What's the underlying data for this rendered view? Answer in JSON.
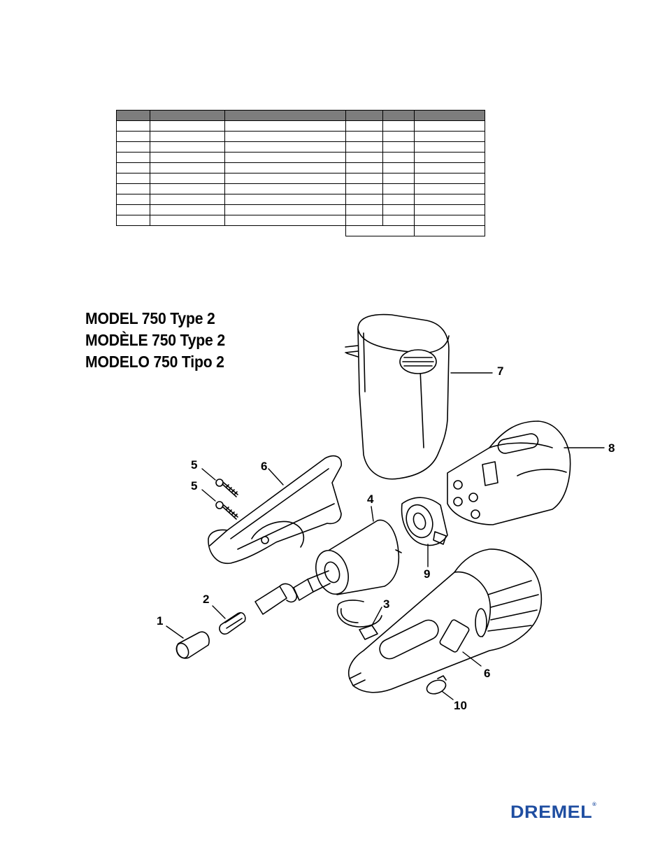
{
  "titles": {
    "en": "MODEL 750 Type 2",
    "fr": "MODÈLE 750 Type 2",
    "es": "MODELO 750 Tipo 2"
  },
  "callouts": {
    "c1": "1",
    "c2": "2",
    "c3": "3",
    "c4": "4",
    "c5a": "5",
    "c5b": "5",
    "c6a": "6",
    "c6b": "6",
    "c7": "7",
    "c8": "8",
    "c9": "9",
    "c10": "10"
  },
  "brand": {
    "name": "DREMEL",
    "color": "#1f4ea1"
  },
  "parts_table": {
    "header_color": "#7d7d7d",
    "columns": 6,
    "body_rows": 10
  },
  "icons": {
    "diagram": "exploded-parts-diagram",
    "logo": "dremel-logo"
  }
}
